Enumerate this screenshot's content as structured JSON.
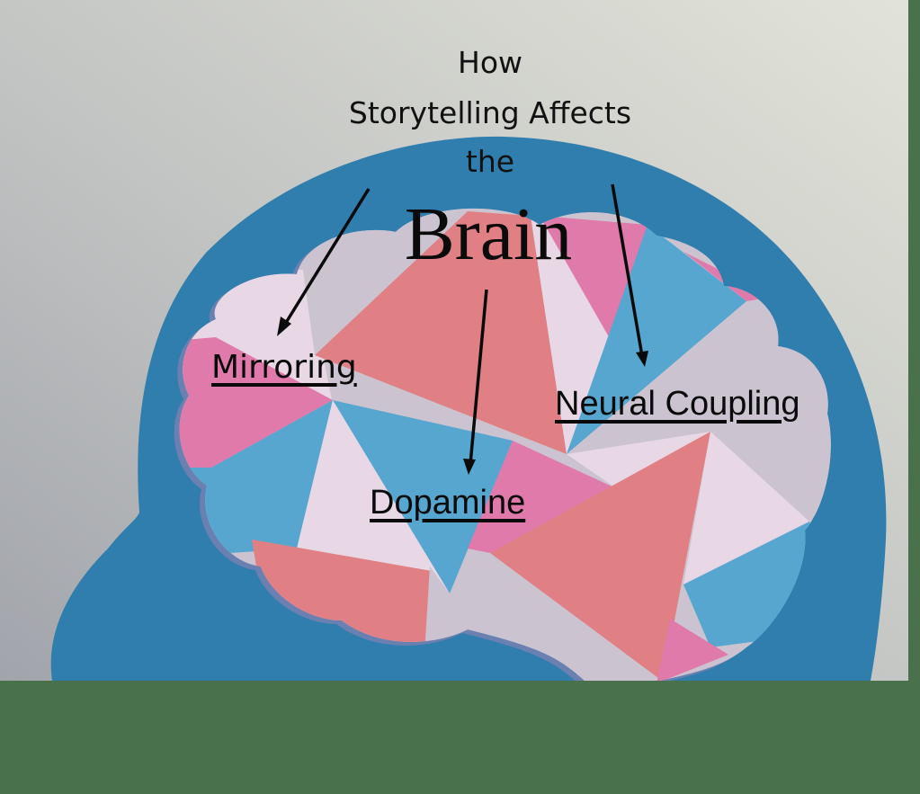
{
  "title": {
    "line1": "How",
    "line2": "Storytelling Affects",
    "line3": "the",
    "emphasis": "Brain"
  },
  "labels": {
    "mirroring": "Mirroring",
    "neural_coupling": "Neural Coupling",
    "dopamine": "Dopamine"
  },
  "colors": {
    "background_left": "#a3a6ad",
    "background_right": "#dfe0d6",
    "frame_green": "#48714c",
    "head_blue": "#2f7eae",
    "brain_outline": "#6a80b0",
    "tri_coral": "#e18084",
    "tri_pink": "#df7aab",
    "tri_sky": "#56a6cf",
    "tri_pale": "#e8d8e6",
    "tri_lavender": "#cbc4d0",
    "text": "#0a0a0a"
  }
}
